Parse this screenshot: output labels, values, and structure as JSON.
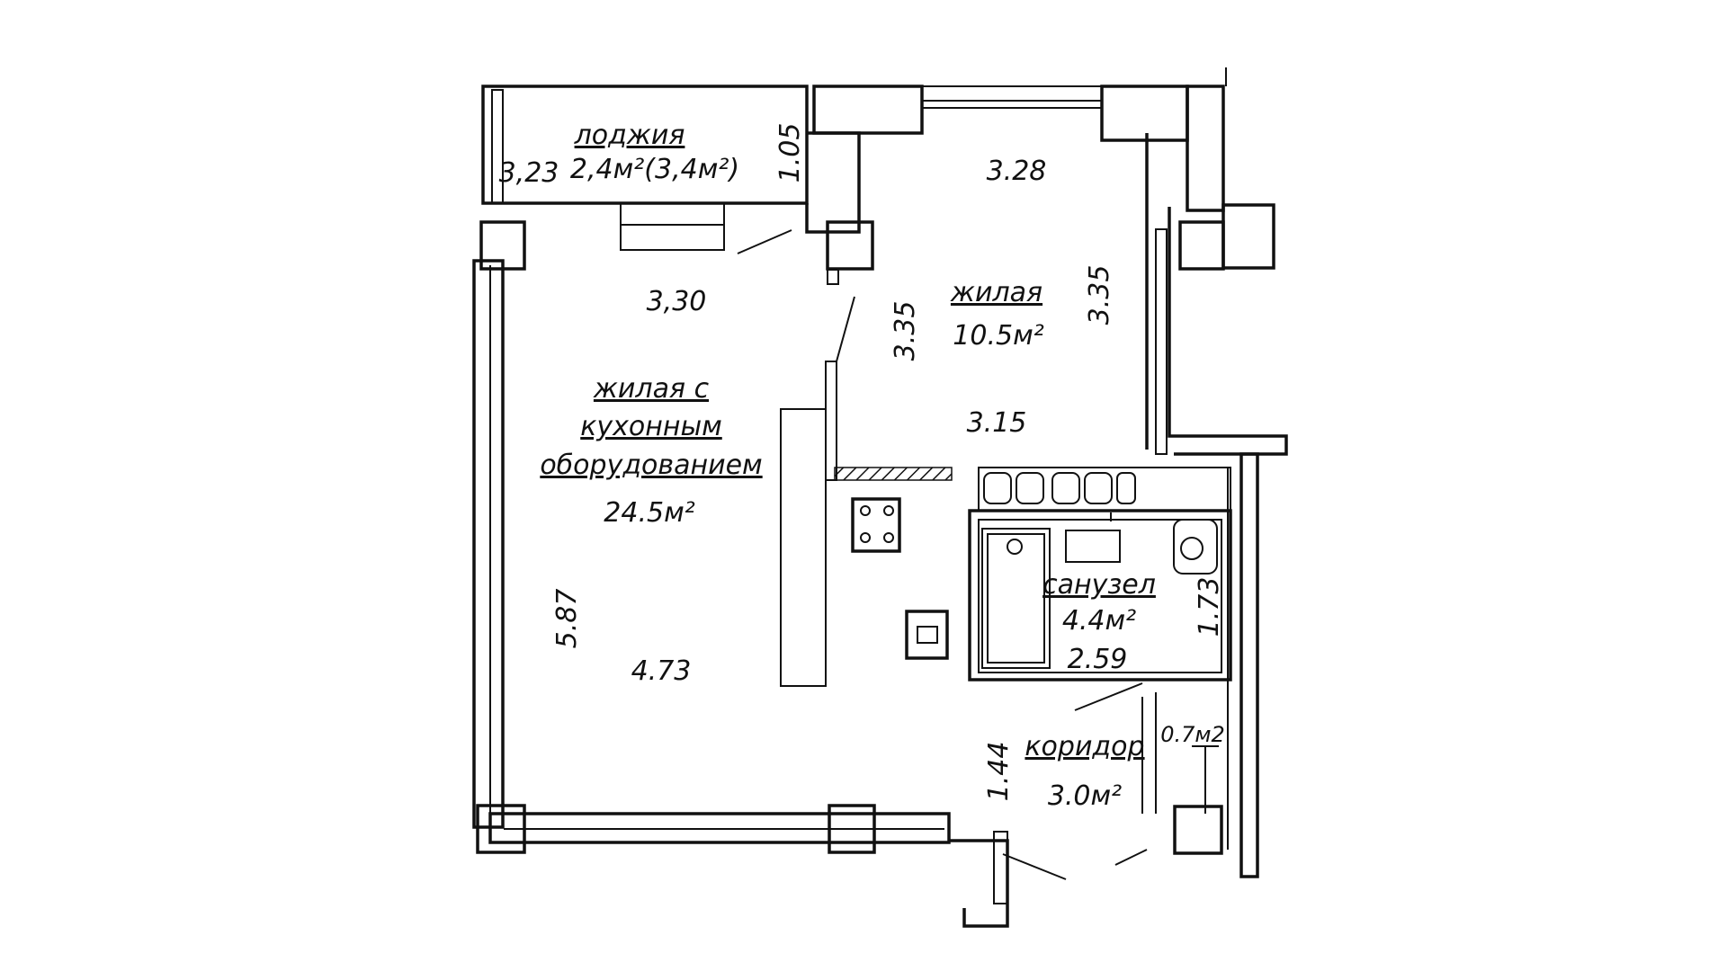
{
  "rooms": {
    "loggia": {
      "name": "лоджия",
      "area": "2,4м²(3,4м²)"
    },
    "bedroom": {
      "name": "жилая",
      "area": "10.5м²"
    },
    "living": {
      "name_lines": [
        "жилая с",
        "кухонным",
        "оборудованием"
      ],
      "area": "24.5м²"
    },
    "bathroom": {
      "name": "санузел",
      "area": "4.4м²"
    },
    "corridor": {
      "name": "коридор",
      "area": "3.0м²"
    },
    "closet": {
      "area": "0.7м2"
    }
  },
  "dimensions": {
    "loggia_width": "3,23",
    "loggia_depth": "1.05",
    "bedroom_top": "3.28",
    "bedroom_bottom": "3.15",
    "bedroom_left": "3.35",
    "bedroom_right": "3.35",
    "living_top": "3,30",
    "living_height": "5.87",
    "living_width": "4.73",
    "bathroom_height": "1.73",
    "bathroom_width": "2.59",
    "corridor_height": "1.44"
  }
}
